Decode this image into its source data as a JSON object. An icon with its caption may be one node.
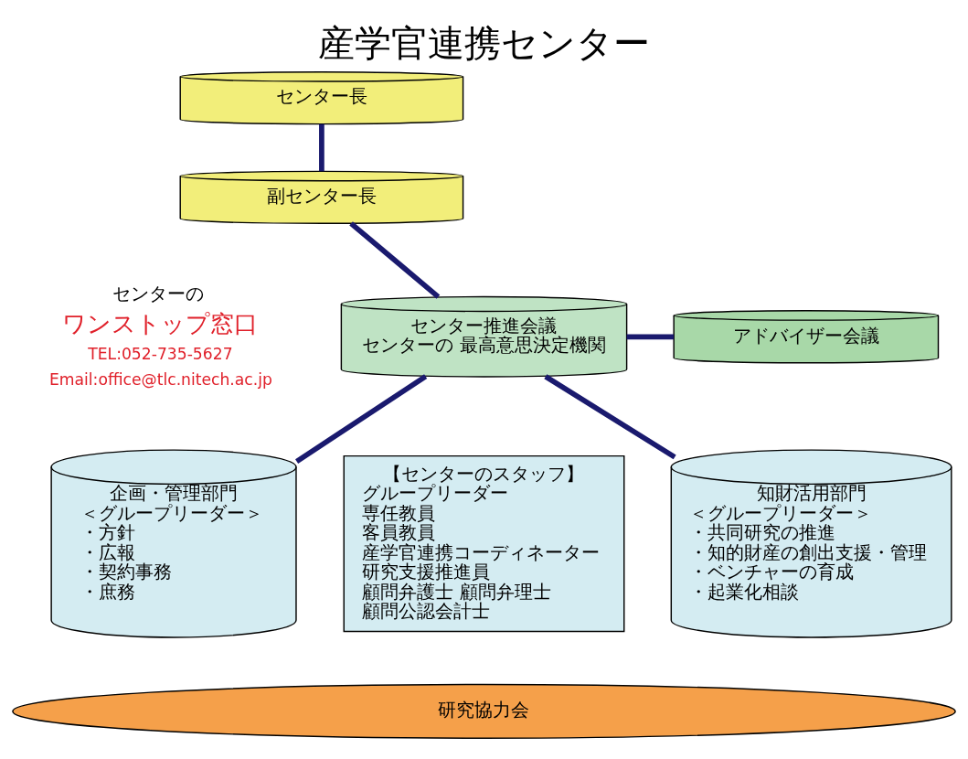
{
  "diagram": {
    "title": "産学官連携センター",
    "nodes": [
      {
        "text": [
          "センター長"
        ]
      },
      {
        "text": [
          "副センター長"
        ]
      },
      {
        "text": [
          "センター推進会議",
          "センターの 最高意思決定機関"
        ]
      },
      {
        "text": [
          "アドバイザー会議"
        ]
      },
      {
        "text": [
          "企画・管理部門",
          "＜グループリーダー＞",
          "・方針",
          "・広報",
          "・契約事務",
          "・庶務"
        ]
      },
      {
        "text": [
          "【センターのスタッフ】",
          "グループリーダー",
          "専任教員",
          "客員教員",
          "産学官連携コーディネーター",
          "研究支援推進員",
          "顧問弁護士 顧問弁理士",
          "顧問公認会計士"
        ]
      },
      {
        "text": [
          "知財活用部門",
          "＜グループリーダー＞",
          "・共同研究の推進",
          "・知的財産の創出支援・管理",
          "・ベンチャーの育成",
          "・起業化相談"
        ]
      },
      {
        "text": [
          "研究協力会"
        ]
      }
    ],
    "edges": [
      {
        "from": 0,
        "to": 1,
        "arrow": "none"
      },
      {
        "from": 1,
        "to": 2,
        "arrow": "none"
      },
      {
        "from": 2,
        "to": 3,
        "arrow": "none"
      },
      {
        "from": 2,
        "to": 4,
        "arrow": "none"
      },
      {
        "from": 2,
        "to": 6,
        "arrow": "none"
      }
    ],
    "labels": [
      "センターの",
      "ワンストップ窓口",
      "TEL:052-735-5627",
      "Email:office@tlc.nitech.ac.jp"
    ]
  }
}
